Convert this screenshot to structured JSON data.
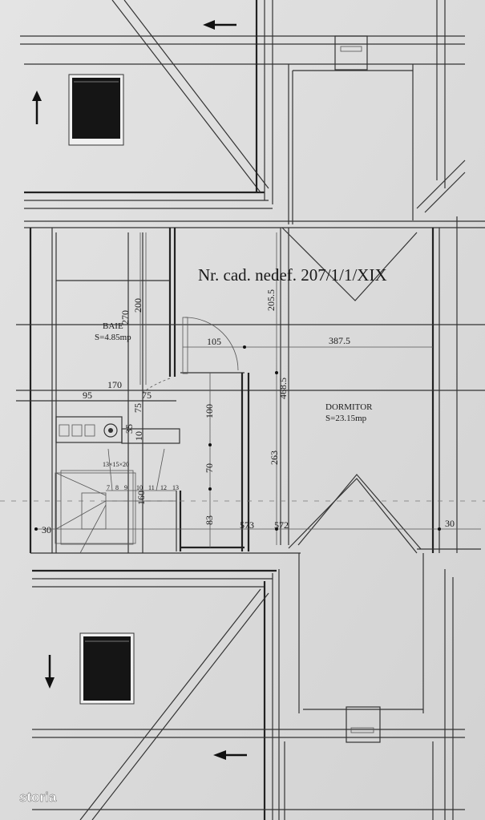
{
  "plan": {
    "title": "Nr. cad. nedef. 207/1/1/XIX",
    "rooms": [
      {
        "name": "BAIE",
        "area": "S=4.85mp"
      },
      {
        "name": "DORMITOR",
        "area": "S=23.15mp"
      }
    ],
    "dimensions": {
      "d270": "270",
      "d200": "200",
      "d2055": "205.5",
      "d105": "105",
      "d3875": "387.5",
      "d4685": "468.5",
      "d170": "170",
      "d95": "95",
      "d75a": "75",
      "d75b": "75",
      "d35": "35",
      "d10": "10",
      "d100": "100",
      "d70": "70",
      "d83": "83",
      "d263": "263",
      "d573": "573",
      "d572": "572",
      "d30a": "30",
      "d30b": "30",
      "d160": "160"
    },
    "stairs": {
      "spec": "13×15×20",
      "steps": [
        "7",
        "8",
        "9",
        "10",
        "11",
        "12",
        "13"
      ]
    }
  },
  "watermark": "storia"
}
